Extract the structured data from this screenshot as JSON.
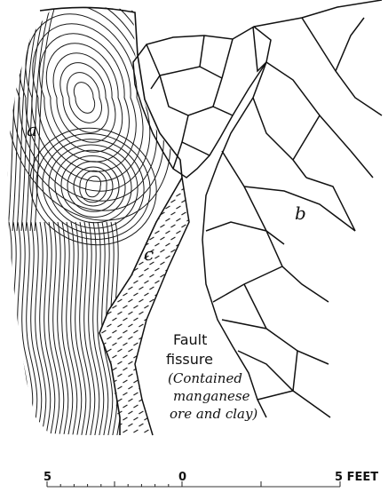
{
  "labels": {
    "a": "a",
    "b": "b",
    "c": "c"
  },
  "annotation": {
    "line1": "Fault",
    "line2": "fissure",
    "line3": "(Contained",
    "line4": "manganese",
    "line5": "ore and clay)"
  },
  "scale": {
    "left": "5",
    "middle": "0",
    "right": "5 FEET"
  }
}
